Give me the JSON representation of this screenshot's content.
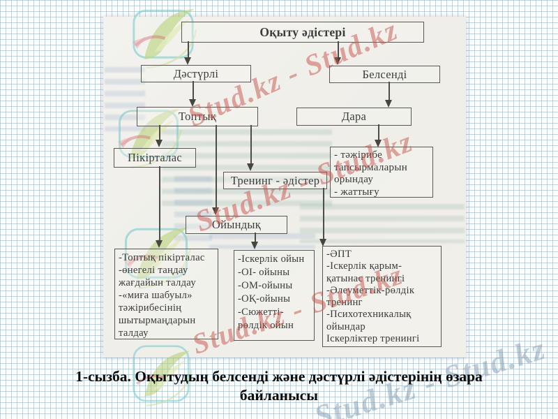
{
  "caption": {
    "line1": "1-сызба. Оқытудың белсенді және дәстүрлі әдістерінің өзара",
    "line2": "байланысы"
  },
  "diagram": {
    "nodes": {
      "root": {
        "label": "Оқыту әдістері"
      },
      "dasturli": {
        "label": "Дәстүрлі"
      },
      "belsendi": {
        "label": "Белсенді"
      },
      "toptyk": {
        "label": "Топтық"
      },
      "dara": {
        "label": "Дара"
      },
      "pikirtalas": {
        "label": "Пікірталас"
      },
      "trening": {
        "label": "Тренинг - әдістер"
      },
      "oiyndyk": {
        "label": "Ойындық"
      },
      "tajiribe": {
        "text": "- тәжірибе\nтапсырмаларын\nорындау\n- жаттығу"
      },
      "toptyq_list": {
        "text": "-Топтық пікірталас\n-өнегелі таңдау\nжағдайын талдау\n-«миға шабуыл»\nтәжірибесінің\nшытырмаңдарын\nталдау"
      },
      "oiyn_list": {
        "text": "-Іскерлік ойын\n-ОІ- ойыны\n-ОМ-ойыны\n-ОҚ-ойыны\n-Сюжетті-\nрөлдік ойын"
      },
      "trening_list": {
        "text": "-ӘПТ\n-Іскерлік қарым-\nқатынас тренингі\n-Әлеуметтік-рөлдік\nтренинг\n-Психотехникалық\nойындар\nІскерліктер тренингі"
      }
    }
  },
  "watermarks": {
    "band_top": "Stud.kz - Stud.kz",
    "band_mid": "Stud.kz - Stud.kz",
    "band_bottom": "Stud.kz - Stud.kz",
    "band_corner": "Stud.kz - Stud.kz",
    "pink_color": "#c8524c",
    "gray_color": "#8098ac",
    "logo_name": "studkz-leaf-logo"
  }
}
